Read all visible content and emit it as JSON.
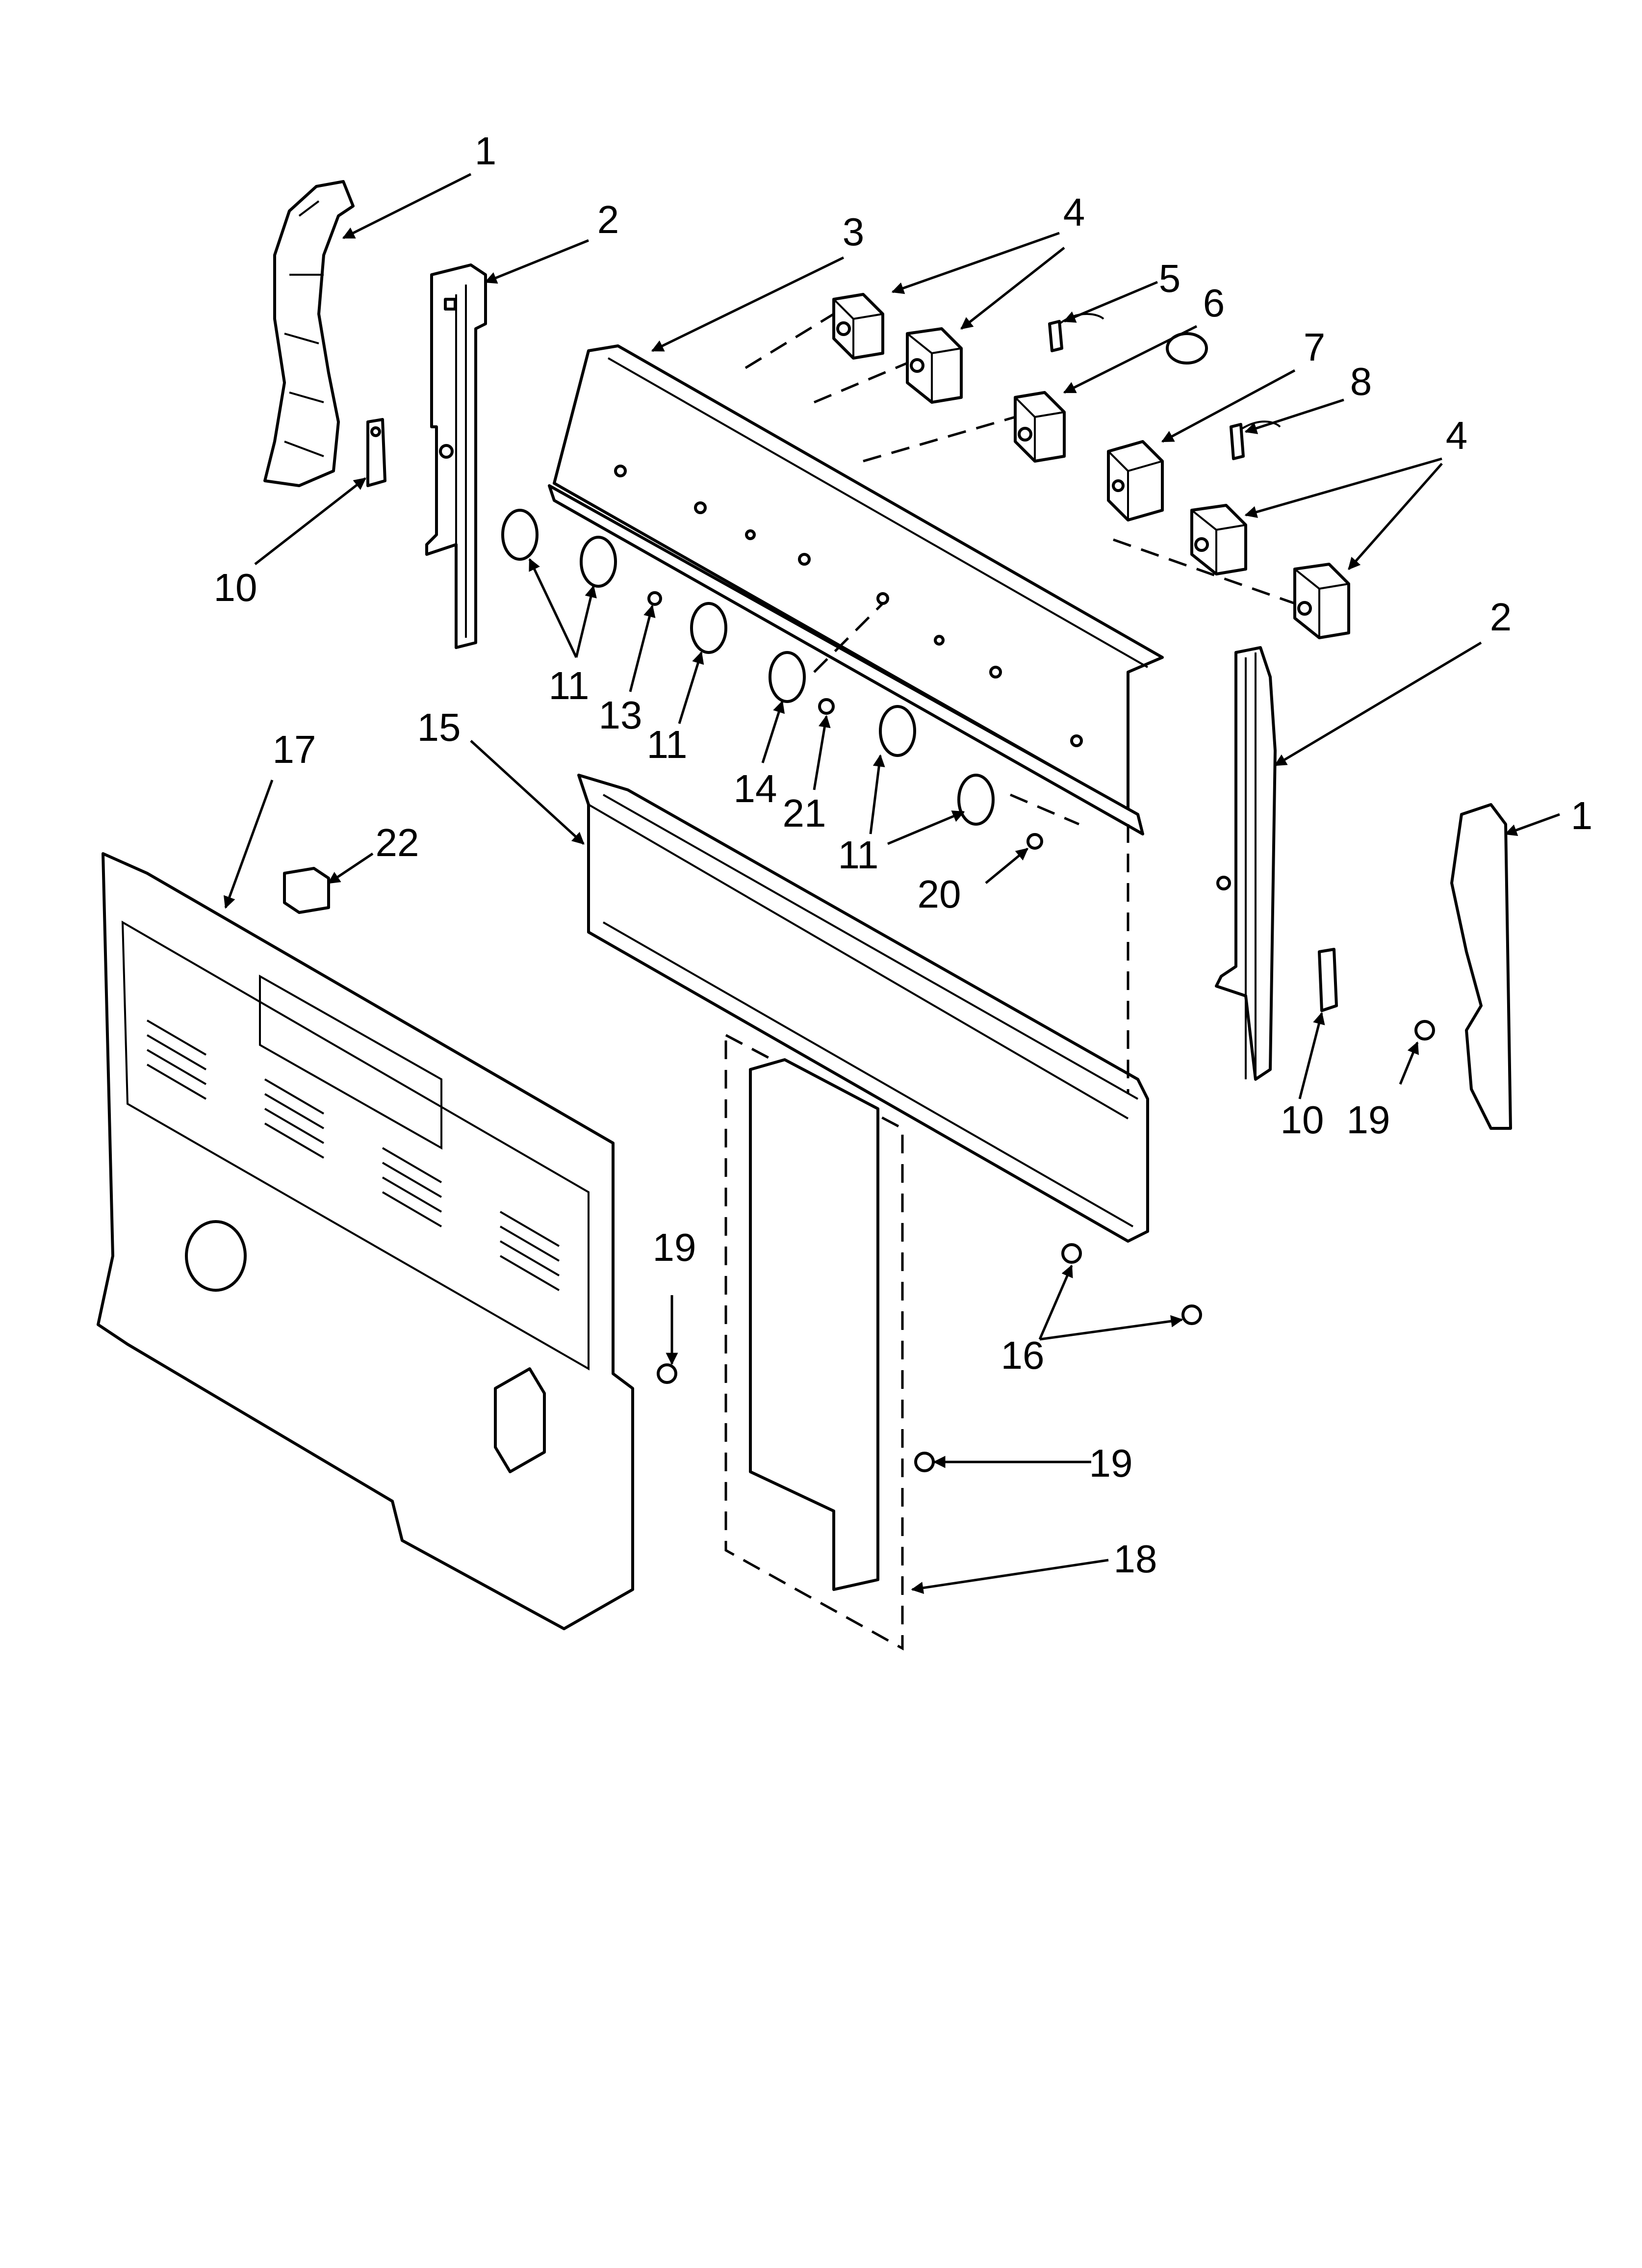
{
  "callouts": [
    {
      "id": "c1a",
      "text": "1"
    },
    {
      "id": "c1b",
      "text": "1"
    },
    {
      "id": "c2a",
      "text": "2"
    },
    {
      "id": "c2b",
      "text": "2"
    },
    {
      "id": "c3",
      "text": "3"
    },
    {
      "id": "c4a",
      "text": "4"
    },
    {
      "id": "c4b",
      "text": "4"
    },
    {
      "id": "c5",
      "text": "5"
    },
    {
      "id": "c6",
      "text": "6"
    },
    {
      "id": "c7",
      "text": "7"
    },
    {
      "id": "c8",
      "text": "8"
    },
    {
      "id": "c10a",
      "text": "10"
    },
    {
      "id": "c10b",
      "text": "10"
    },
    {
      "id": "c11a",
      "text": "11"
    },
    {
      "id": "c11b",
      "text": "11"
    },
    {
      "id": "c11c",
      "text": "11"
    },
    {
      "id": "c13",
      "text": "13"
    },
    {
      "id": "c14",
      "text": "14"
    },
    {
      "id": "c15",
      "text": "15"
    },
    {
      "id": "c16",
      "text": "16"
    },
    {
      "id": "c17",
      "text": "17"
    },
    {
      "id": "c18",
      "text": "18"
    },
    {
      "id": "c19a",
      "text": "19"
    },
    {
      "id": "c19b",
      "text": "19"
    },
    {
      "id": "c19c",
      "text": "19"
    },
    {
      "id": "c20",
      "text": "20"
    },
    {
      "id": "c21",
      "text": "21"
    },
    {
      "id": "c22",
      "text": "22"
    }
  ]
}
